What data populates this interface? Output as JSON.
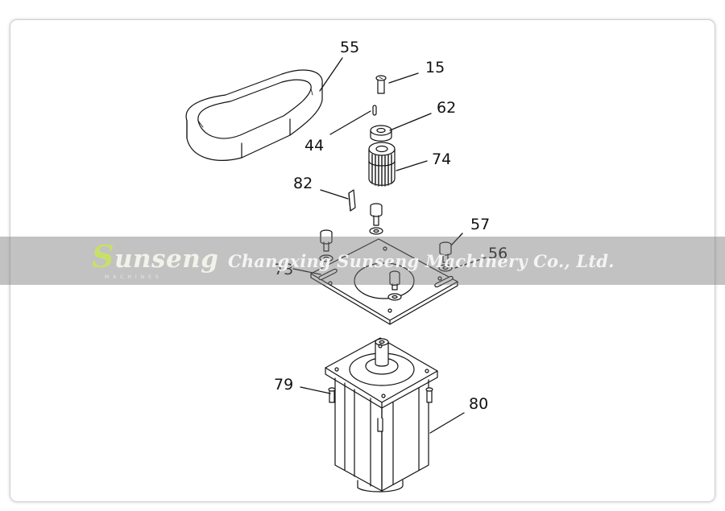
{
  "callouts": {
    "c55": "55",
    "c15": "15",
    "c62": "62",
    "c44": "44",
    "c74": "74",
    "c82": "82",
    "c57": "57",
    "c56": "56",
    "c73": "73",
    "c79": "79",
    "c80": "80"
  },
  "watermark": {
    "logo_initial": "S",
    "logo_rest": "unseng",
    "logo_subtitle": "MACHINES",
    "company": "Changxing Sunseng Machinery Co., Ltd."
  }
}
